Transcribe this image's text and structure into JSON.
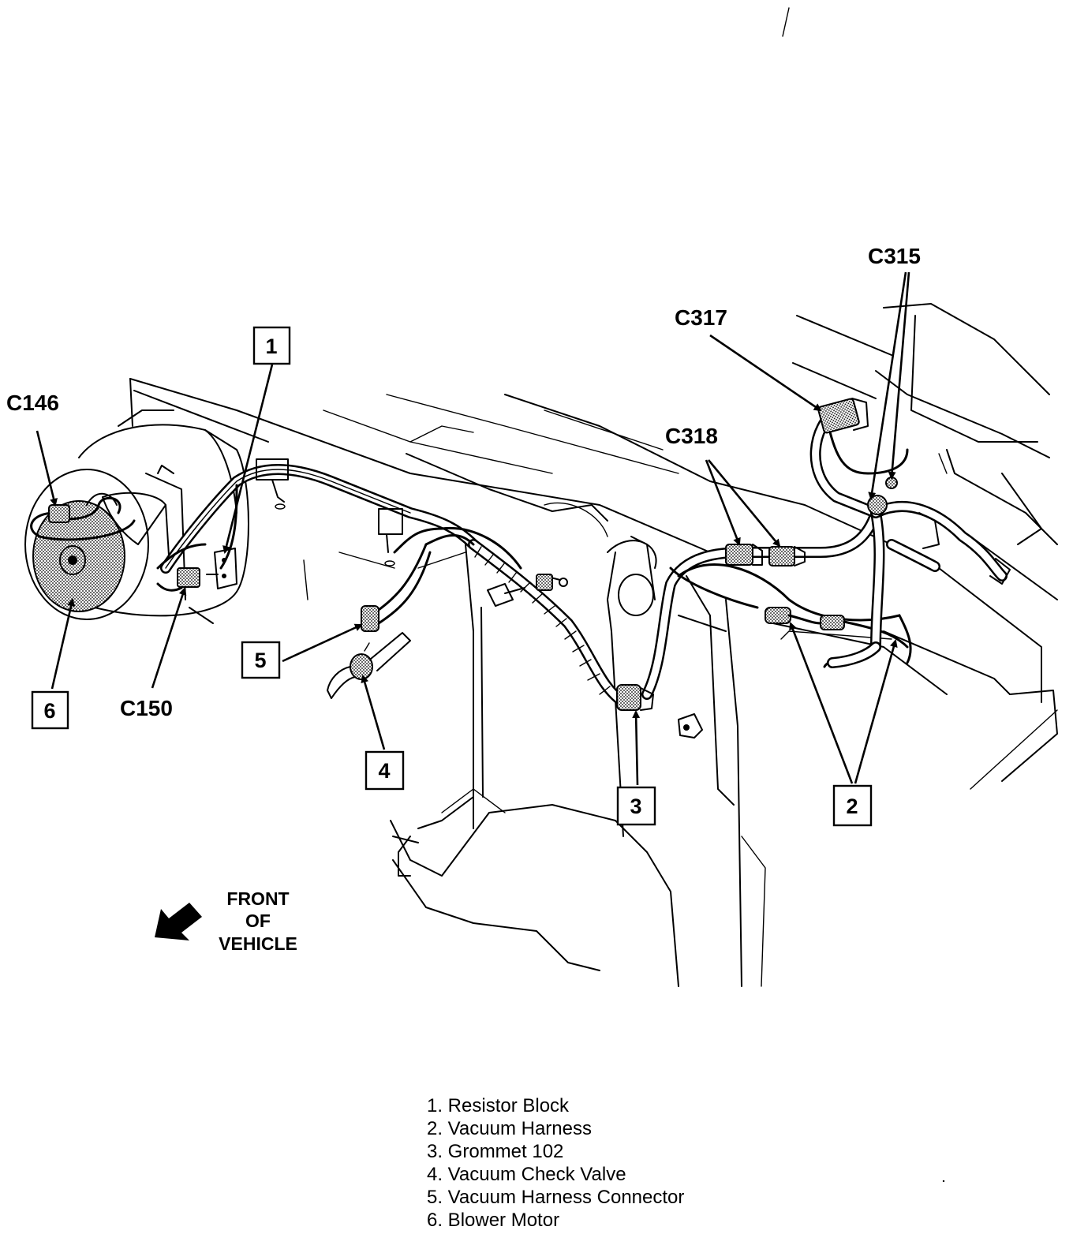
{
  "callouts": {
    "c146": "C146",
    "c150": "C150",
    "c317": "C317",
    "c318": "C318",
    "c315": "C315"
  },
  "numbered_boxes": [
    "1",
    "2",
    "3",
    "4",
    "5",
    "6"
  ],
  "orientation": [
    "FRONT",
    "OF",
    "VEHICLE"
  ],
  "legend": [
    "1. Resistor Block",
    "2. Vacuum Harness",
    "3. Grommet 102",
    "4. Vacuum Check Valve",
    "5. Vacuum Harness Connector",
    "6. Blower Motor"
  ]
}
